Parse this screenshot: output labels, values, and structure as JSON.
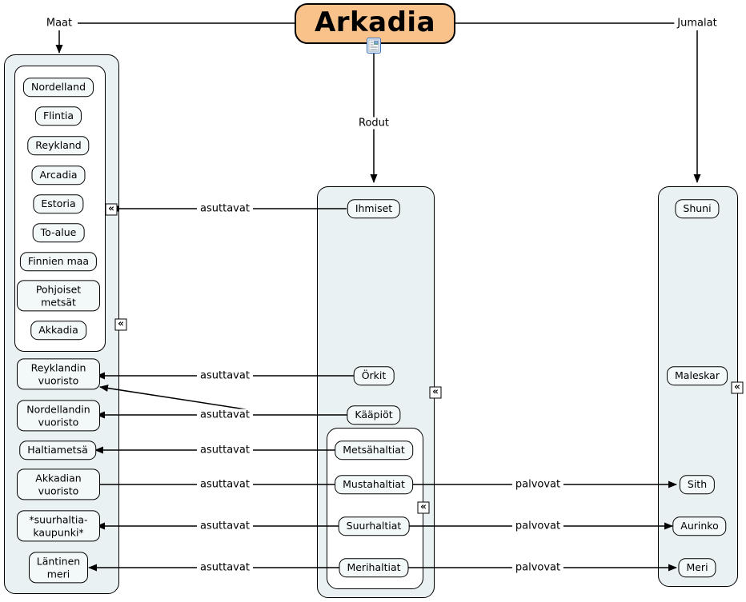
{
  "title": "Arkadia",
  "palette": {
    "title_fill": "#f9c28b",
    "container_fill": "#e9f1f3",
    "node_fill": "#f3f8f9",
    "line_color": "#000000"
  },
  "root_links": {
    "maat": "Maat",
    "rodut": "Rodut",
    "jumalat": "Jumalat"
  },
  "maat_group": {
    "regions": [
      "Nordelland",
      "Flintia",
      "Reykland",
      "Arcadia",
      "Estoria",
      "To-alue",
      "Finnien maa",
      "Pohjoiset metsät",
      "Akkadia"
    ],
    "places": [
      "Reyklandin vuoristo",
      "Nordellandin vuoristo",
      "Haltiametsä",
      "Akkadian vuoristo",
      "*suurhaltia-kaupunki*",
      "Läntinen meri"
    ]
  },
  "rodut_group": {
    "races": [
      "Ihmiset",
      "Örkit",
      "Kääpiöt"
    ],
    "haltiat": [
      "Metsähaltiat",
      "Mustahaltiat",
      "Suurhaltiat",
      "Merihaltiat"
    ]
  },
  "jumalat_group": {
    "gods": [
      "Shuni",
      "Maleskar",
      "Sith",
      "Aurinko",
      "Meri"
    ]
  },
  "edges": [
    {
      "from": "Ihmiset",
      "label": "asuttavat",
      "to": "maat-regions-container"
    },
    {
      "from": "Örkit",
      "label": "asuttavat",
      "to": "Reyklandin vuoristo"
    },
    {
      "from": "Kääpiöt",
      "label": "asuttavat",
      "to": "Nordellandin vuoristo"
    },
    {
      "from": "Kääpiöt",
      "label": "asuttavat",
      "to": "Reyklandin vuoristo"
    },
    {
      "from": "Metsähaltiat",
      "label": "asuttavat",
      "to": "Haltiametsä"
    },
    {
      "from": "Mustahaltiat",
      "label": "asuttavat",
      "to": "Akkadian vuoristo"
    },
    {
      "from": "Suurhaltiat",
      "label": "asuttavat",
      "to": "*suurhaltia-kaupunki*"
    },
    {
      "from": "Merihaltiat",
      "label": "asuttavat",
      "to": "Läntinen meri"
    },
    {
      "from": "Mustahaltiat",
      "label": "palvovat",
      "to": "Sith"
    },
    {
      "from": "Suurhaltiat",
      "label": "palvovat",
      "to": "Aurinko"
    },
    {
      "from": "Merihaltiat",
      "label": "palvovat",
      "to": "Meri"
    }
  ],
  "icons": {
    "collapsed_glyph": "«",
    "resource_icon": "document-resource"
  }
}
